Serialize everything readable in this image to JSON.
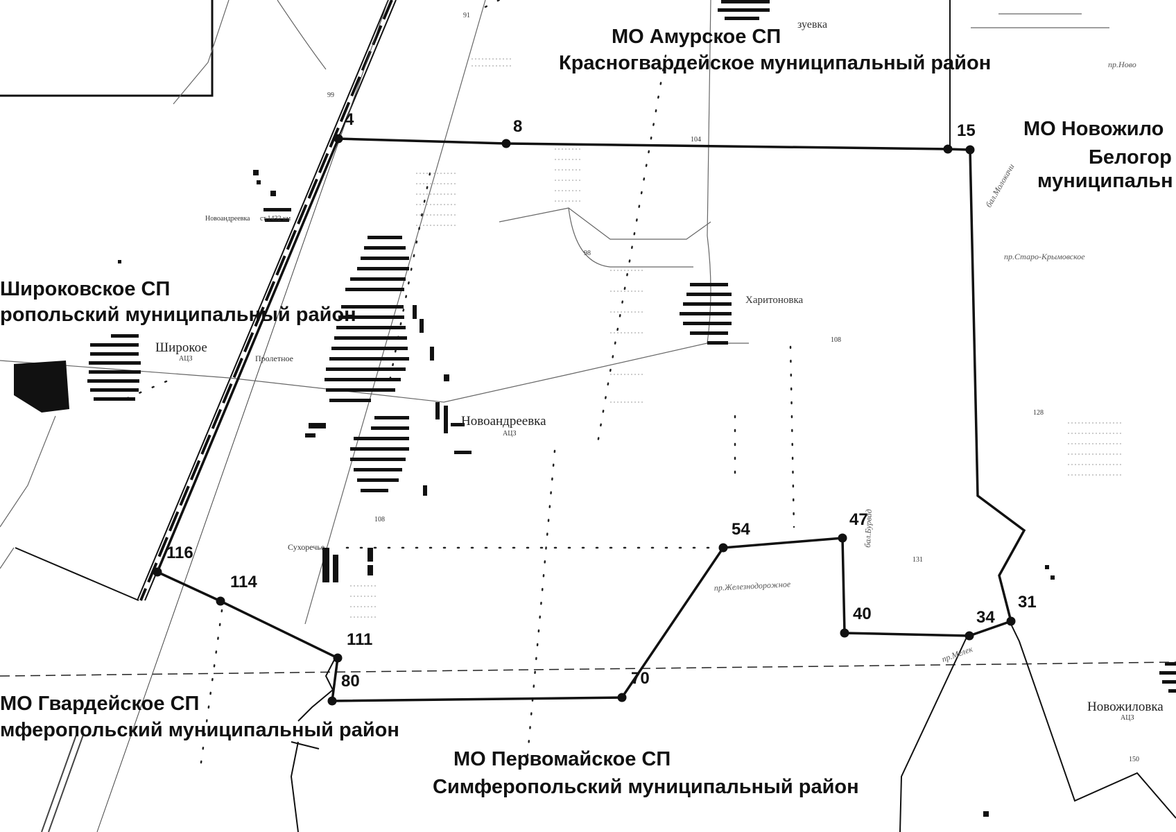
{
  "regions": [
    {
      "id": "amurskoe",
      "line1": "МО Амурское СП",
      "line2": "Красногвардейское муниципальный район"
    },
    {
      "id": "novozhilovskoe",
      "line1": "МО Новожило",
      "line2": "Белогор",
      "line3": "муниципальн"
    },
    {
      "id": "shirokovskoe",
      "line1": "Широковское СП",
      "line2": "ропольский муниципальный район"
    },
    {
      "id": "gvardeyskoe",
      "line1": "МО Гвардейское СП",
      "line2": "мферопольский муниципальный район"
    },
    {
      "id": "pervomayskoe",
      "line1": "МО Первомайское СП",
      "line2": "Симферопольский муниципальный район"
    }
  ],
  "boundary_points": [
    "4",
    "8",
    "15",
    "116",
    "114",
    "111",
    "80",
    "70",
    "54",
    "47",
    "40",
    "34",
    "31"
  ],
  "settlements": [
    {
      "id": "shirokoe",
      "name": "Широкое",
      "sub": "АЦЗ"
    },
    {
      "id": "novoandreevka",
      "name": "Новоандреевка",
      "sub": "АЦЗ"
    },
    {
      "id": "kharitonovka",
      "name": "Харитоновка"
    },
    {
      "id": "novozhilovka",
      "name": "Новожиловка",
      "sub": "АЦЗ"
    },
    {
      "id": "sukhorechye",
      "name": "Сухоречье"
    },
    {
      "id": "proletnoe",
      "name": "Пролетное"
    },
    {
      "id": "kuzovka",
      "name": "зуевка"
    },
    {
      "id": "novoandreevka-station",
      "name": "Новоандреевка",
      "sub": "ст.1432 км"
    }
  ],
  "elevations": [
    "91",
    "99",
    "104",
    "98",
    "108",
    "128",
    "131",
    "150",
    "108"
  ],
  "streams": [
    "пр.Железнодорожное",
    "бал.Бурвад",
    "пр.Старо-Крымовское",
    "пр.Ново",
    "пр.Мелек",
    "бал.Молокачи"
  ]
}
